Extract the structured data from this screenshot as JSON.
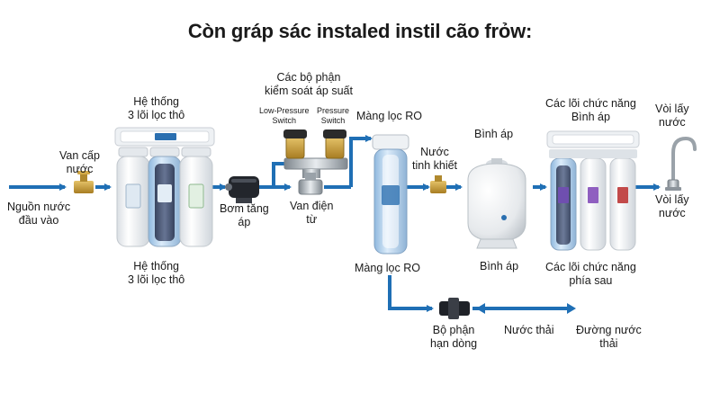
{
  "title": "Còn gráp sác instaled instil cão frỏw:",
  "labels": {
    "source_l1": "Nguồn nước",
    "source_l2": "đầu vào",
    "inlet_valve_l1": "Van cấp",
    "inlet_valve_l2": "nước",
    "prefilter_top_l1": "Hệ thống",
    "prefilter_top_l2": "3 lõi lọc thô",
    "prefilter_bot_l1": "Hệ thống",
    "prefilter_bot_l2": "3 lõi lọc thô",
    "pump_l1": "Bơm tăng",
    "pump_l2": "áp",
    "pressure_ctrl_l1": "Các bộ phận",
    "pressure_ctrl_l2": "kiểm soát áp suất",
    "low_switch_l1": "Low-Pressure",
    "low_switch_l2": "Switch",
    "high_switch_l1": "Pressure",
    "high_switch_l2": "Switch",
    "solenoid_l1": "Van điện",
    "solenoid_l2": "từ",
    "ro_top": "Màng lọc RO",
    "ro_bot": "Màng lọc RO",
    "pure_water_l1": "Nước",
    "pure_water_l2": "tinh khiết",
    "tank_top": "Bình áp",
    "tank_bot": "Bình áp",
    "post_top_l1": "Các lõi chức năng",
    "post_top_l2": "Bình áp",
    "post_bot_l1": "Các lõi chức năng",
    "post_bot_l2": "phía sau",
    "faucet_top_l1": "Vòi lấy",
    "faucet_top_l2": "nước",
    "faucet_bot_l1": "Vòi lấy",
    "faucet_bot_l2": "nước",
    "restrictor_l1": "Bộ phận",
    "restrictor_l2": "hạn dòng",
    "waste_water": "Nước thải",
    "drain_l1": "Đường nước",
    "drain_l2": "thải"
  },
  "colors": {
    "pipe": "#1f6fb5",
    "filter_white": "#f3f5f7",
    "housing_blue": "#b9d7f2",
    "brass": "#c9a043",
    "text": "#1a1a1a"
  }
}
